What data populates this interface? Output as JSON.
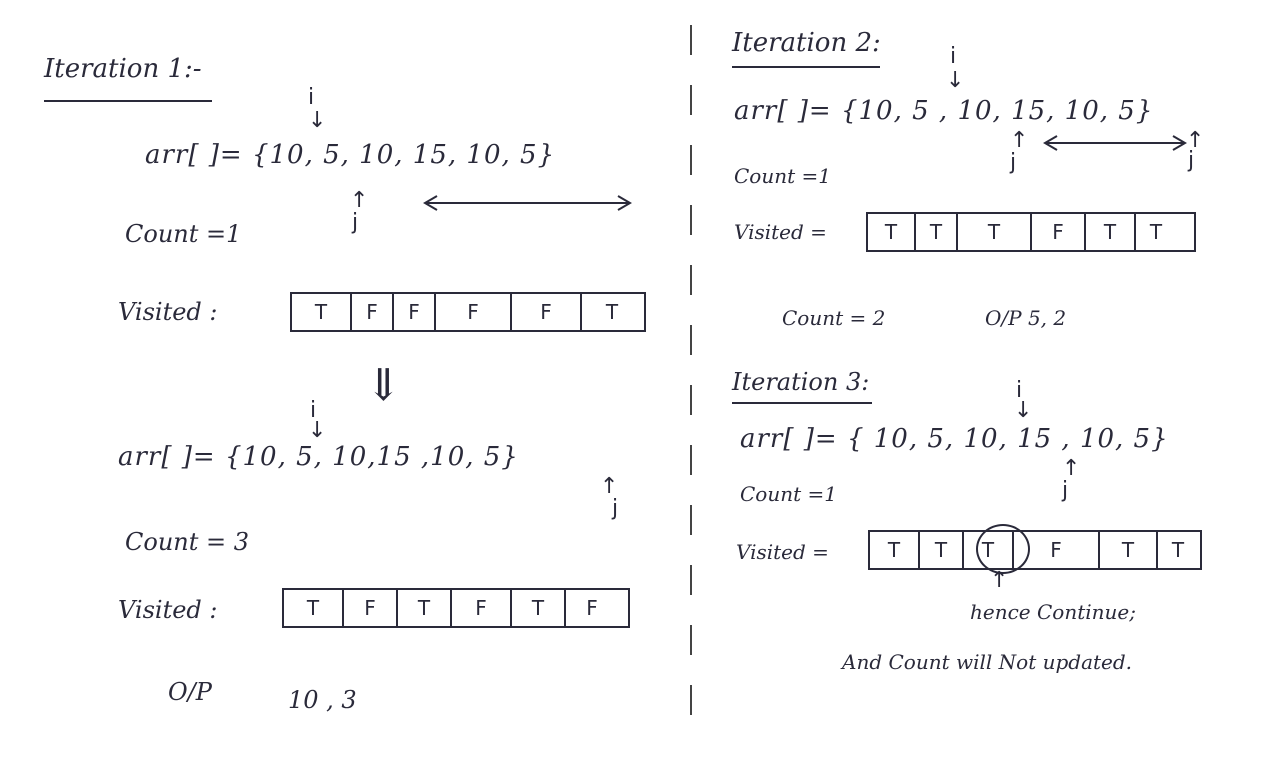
{
  "iteration1": {
    "title": "Iteration 1:-",
    "arr_before": "arr[ ]= {10, 5, 10, 15, 10, 5}",
    "count_before": "Count =1",
    "visited_label_1": "Visited :",
    "visited_cells_1": [
      "T",
      "F",
      "F",
      "F",
      "F",
      "T"
    ],
    "i_marker": "i",
    "j_marker": "j",
    "down_arrow": "⇓",
    "arr_after": "arr[ ]= {10, 5, 10,15 ,10, 5}",
    "count_after": "Count = 3",
    "visited_label_2": "Visited :",
    "visited_cells_2": [
      "T",
      "F",
      "T",
      "F",
      "T",
      "F"
    ],
    "op_label": "O/P",
    "op_value": "10 , 3"
  },
  "iteration2": {
    "title": "Iteration 2:",
    "arr": "arr[ ]= {10, 5 , 10, 15, 10, 5}",
    "count": "Count =1",
    "visited_label": "Visited =",
    "visited_cells": [
      "T",
      "T",
      "T",
      "F",
      "T",
      "T"
    ],
    "count_result": "Count = 2",
    "op_text": "O/P 5, 2"
  },
  "iteration3": {
    "title": "Iteration 3:",
    "arr": "arr[ ]= { 10, 5, 10, 15 , 10, 5}",
    "count": "Count =1",
    "visited_label": "Visited =",
    "visited_cells": [
      "T",
      "T",
      "T",
      "F",
      "T",
      "T"
    ],
    "note1": "hence Continue;",
    "note2": "And Count will Not updated."
  }
}
